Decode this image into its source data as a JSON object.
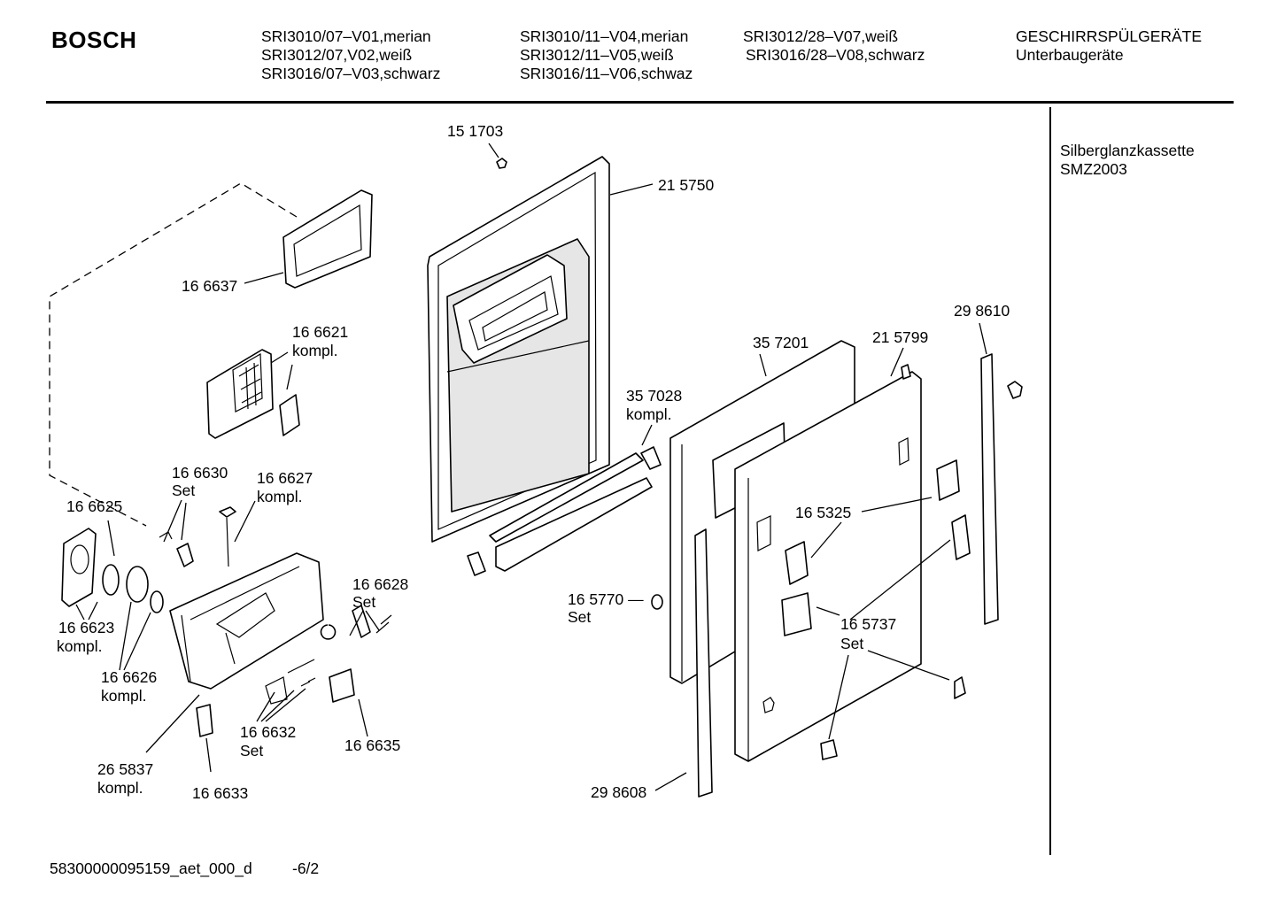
{
  "header": {
    "brand": "BOSCH",
    "col1": [
      "SRI3010/07–V01,merian",
      "SRI3012/07,V02,weiß",
      "SRI3016/07–V03,schwarz"
    ],
    "col2": [
      "SRI3010/11–V04,merian",
      "SRI3012/11–V05,weiß",
      "SRI3016/11–V06,schwaz"
    ],
    "col3": [
      "SRI3012/28–V07,weiß",
      "SRI3016/28–V08,schwarz"
    ],
    "col4": [
      "GESCHIRRSPÜLGERÄTE",
      "Unterbaugeräte"
    ]
  },
  "sidebar": [
    "Silberglanzkassette",
    "SMZ2003"
  ],
  "footer": {
    "doc_id": "58300000095159_aet_000_d",
    "page": "-6/2"
  },
  "parts": {
    "p151703": "15 1703",
    "p215750": "21 5750",
    "p166637": "16 6637",
    "p166621": "16 6621",
    "p166621_sub": "kompl.",
    "p298610": "29 8610",
    "p357201": "35 7201",
    "p215799": "21 5799",
    "p357028": "35 7028",
    "p357028_sub": "kompl.",
    "p166630": "16 6630",
    "p166630_sub": "Set",
    "p166627": "16 6627",
    "p166627_sub": "kompl.",
    "p166625": "16 6625",
    "p165325": "16 5325",
    "p166628": "16 6628",
    "p166628_sub": "Set",
    "p165770": "16 5770 —",
    "p165770_sub": "Set",
    "p166623": "16 6623",
    "p166623_sub": "kompl.",
    "p165737": "16 5737",
    "p165737_sub": "Set",
    "p166626": "16 6626",
    "p166626_sub": "kompl.",
    "p166632": "16 6632",
    "p166632_sub": "Set",
    "p166635": "16 6635",
    "p265837": "26 5837",
    "p265837_sub": "kompl.",
    "p166633": "16 6633",
    "p298608": "29 8608"
  }
}
